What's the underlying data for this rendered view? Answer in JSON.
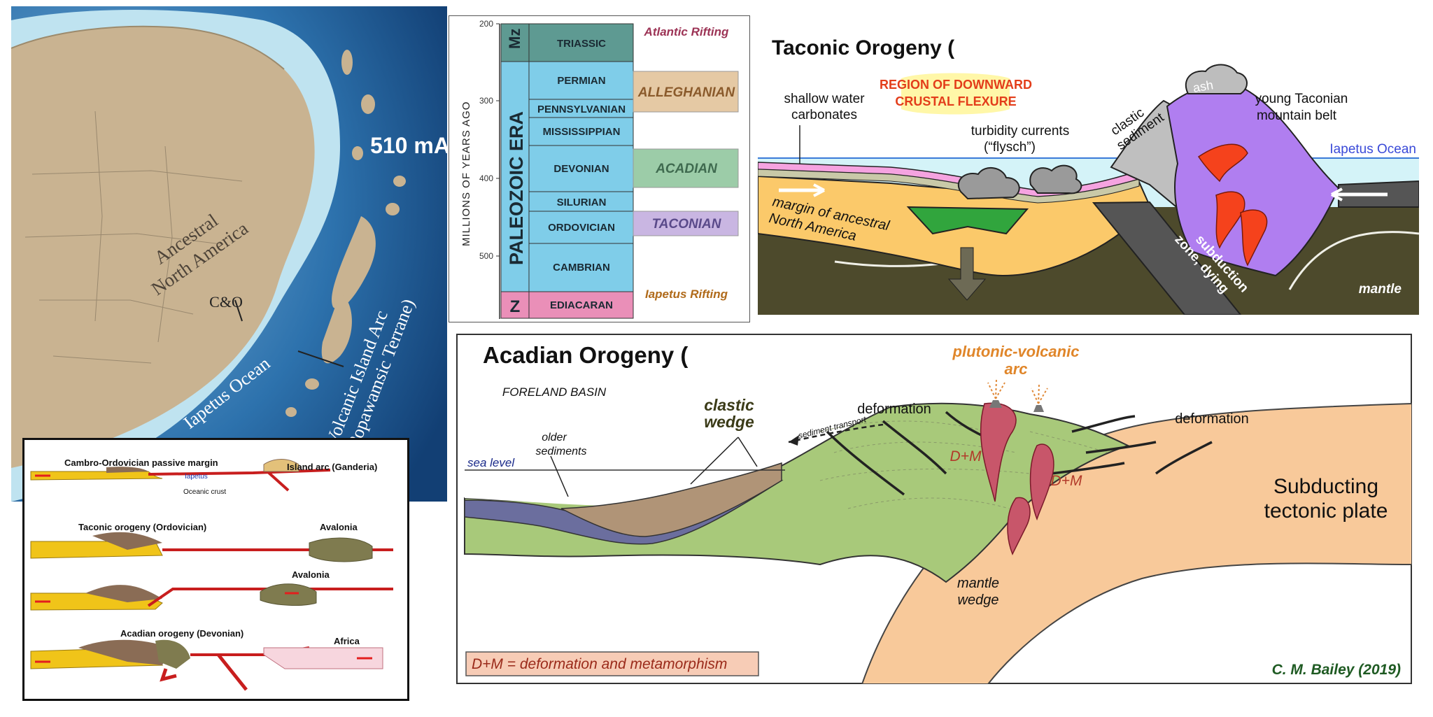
{
  "map": {
    "age_label": "510 mA",
    "continent_label": "Ancestral North America",
    "continent_line1": "Ancestral",
    "continent_line2": "North America",
    "co_label": "C&O",
    "ocean_label": "Iapetus Ocean",
    "arc_label": "Volcanic Island Arc (Popawamsic Terrane)",
    "arc_line1": "Volcanic Island Arc",
    "arc_line2": "(Popawamsic Terrane)"
  },
  "inset": {
    "row1_title": "Cambro-Ordovician passive margin",
    "row1_right": "Island arc (Ganderia)",
    "row1_iapetus": "Iapetus",
    "row1_crust": "Oceanic crust",
    "row2_title": "Taconic orogeny (Ordovician)",
    "row2_right": "Avalonia",
    "row3_right": "Avalonia",
    "row4_title": "Acadian orogeny (Devonian)",
    "row4_right": "Africa"
  },
  "timescale": {
    "axis_label": "MILLIONS OF YEARS AGO",
    "ticks": [
      "200",
      "300",
      "400",
      "500"
    ],
    "era_mz": "Mz",
    "era_paleozoic": "PALEOZOIC ERA",
    "era_z": "Z",
    "periods": [
      "TRIASSIC",
      "PERMIAN",
      "PENNSYLVANIAN",
      "MISSISSIPPIAN",
      "DEVONIAN",
      "SILURIAN",
      "ORDOVICIAN",
      "CAMBRIAN",
      "EDIACARAN"
    ],
    "events": [
      "Atlantic Rifting",
      "ALLEGHANIAN",
      "ACADIAN",
      "TACONIAN",
      "Iapetus Rifting"
    ],
    "colors": {
      "triassic": "#5e9a92",
      "paleozoic": "#7fcde9",
      "ediacaran": "#ea8fb8",
      "alleghanian": "#e5c9a4",
      "acadian": "#9ccca8",
      "taconian": "#c9b6e2"
    }
  },
  "taconic": {
    "title": "Taconic Orogeny (",
    "flexure_line1": "REGION OF DOWNWARD",
    "flexure_line2": "CRUSTAL FLEXURE",
    "shallow_line1": "shallow water",
    "shallow_line2": "carbonates",
    "turbidity_line1": "turbidity currents",
    "turbidity_line2": "(“flysch”)",
    "clastic_line1": "clastic",
    "clastic_line2": "sediment",
    "ash": "ash",
    "young_line1": "young Taconian",
    "young_line2": "mountain belt",
    "iapetus": "Iapetus Ocean",
    "margin_line1": "margin of ancestral",
    "margin_line2": "North America",
    "subduction_line1": "subduction",
    "subduction_line2": "zone, dying",
    "mantle": "mantle"
  },
  "acadian": {
    "title": "Acadian Orogeny (",
    "foreland": "FORELAND BASIN",
    "clastic_line1": "clastic",
    "clastic_line2": "wedge",
    "older_line1": "older",
    "older_line2": "sediments",
    "sea_level": "sea level",
    "sediment_transport": "sediment transport",
    "deformation_left": "deformation",
    "deformation_right": "deformation",
    "arc_line1": "plutonic-volcanic",
    "arc_line2": "arc",
    "dm1": "D+M",
    "dm2": "D+M",
    "mantle_line1": "mantle",
    "mantle_line2": "wedge",
    "plate_line1": "Subducting",
    "plate_line2": "tectonic plate",
    "legend": "D+M = deformation and metamorphism",
    "credit": "C. M. Bailey (2019)"
  }
}
